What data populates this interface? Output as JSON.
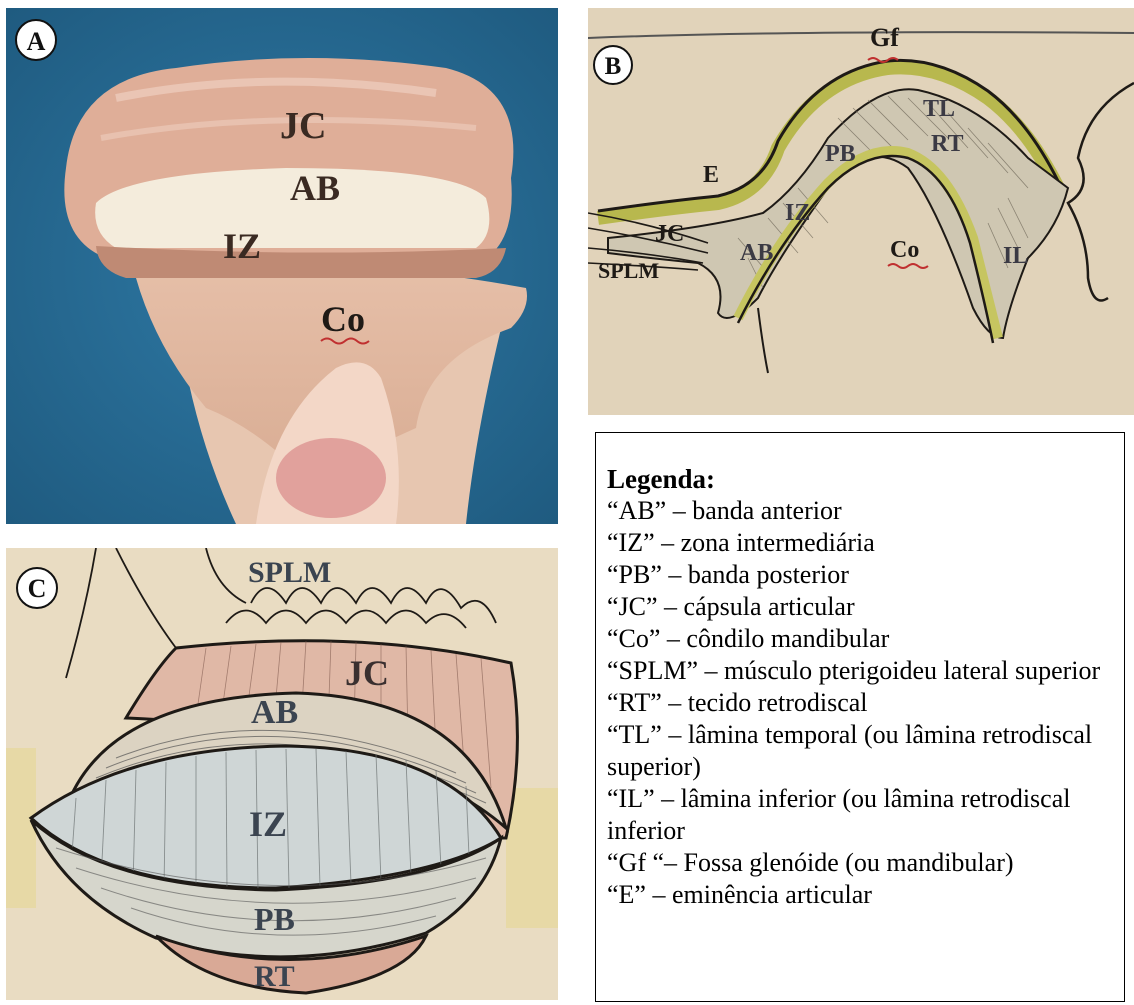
{
  "panels": {
    "a": {
      "letter": "A",
      "labels": {
        "jc": "JC",
        "ab": "AB",
        "iz": "IZ",
        "co": "Co"
      }
    },
    "b": {
      "letter": "B",
      "labels": {
        "gf": "Gf",
        "tl": "TL",
        "rt": "RT",
        "pb": "PB",
        "e": "E",
        "iz": "IZ",
        "jc": "JC",
        "ab": "AB",
        "co": "Co",
        "splm": "SPLM",
        "il": "IL"
      }
    },
    "c": {
      "letter": "C",
      "labels": {
        "splm": "SPLM",
        "jc": "JC",
        "ab": "AB",
        "iz": "IZ",
        "pb": "PB",
        "rt": "RT"
      }
    }
  },
  "legend": {
    "title": "Legenda:",
    "items": [
      "“AB” – banda anterior",
      "“IZ” – zona intermediária",
      "“PB” – banda posterior",
      "“JC” – cápsula articular",
      "“Co” – côndilo mandibular",
      "“SPLM” – músculo pterigoideu lateral superior",
      "“RT” – tecido retrodiscal",
      "“TL” – lâmina temporal (ou lâmina retrodiscal superior)",
      "“IL” – lâmina inferior (ou lâmina retrodiscal inferior",
      "“Gf “– Fossa glenóide (ou mandibular)",
      "“E” – eminência articular"
    ]
  },
  "colors": {
    "photo_background": "#2a6f9a",
    "tissue": "#e3b49d",
    "disc": "#ecdcc4",
    "paper": "#e4d6bf",
    "lining_yellow": "#c9c96a",
    "ink": "#1e1a16"
  }
}
